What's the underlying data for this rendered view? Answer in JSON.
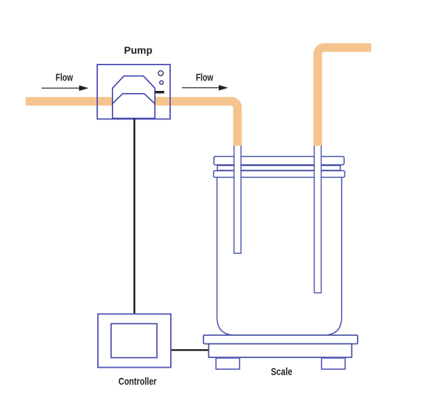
{
  "diagram": {
    "labels": {
      "pump": "Pump",
      "flow_left": "Flow",
      "flow_right": "Flow",
      "scale": "Scale",
      "controller": "Controller"
    },
    "colors": {
      "tube": "#F5C48E",
      "pump_box_outline": "#5959BC",
      "pump_head_outline": "#4343AE",
      "vessel_outline": "#3D4BA3",
      "scale_outline": "#44519E",
      "scale_feet_outline": "#6060BE",
      "indicator_outline": "#26266B",
      "wire": "#231F20",
      "text": "#231F20"
    }
  }
}
